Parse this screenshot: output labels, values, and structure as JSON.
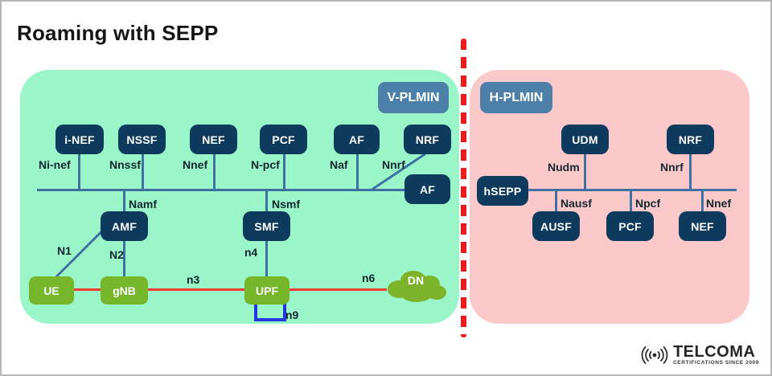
{
  "title": "Roaming with SEPP",
  "v_plmn": {
    "badge": "V-PLMIN",
    "nodes": {
      "i_nef": "i-NEF",
      "nssf": "NSSF",
      "nef": "NEF",
      "pcf": "PCF",
      "af": "AF",
      "nrf": "NRF",
      "af2": "AF",
      "amf": "AMF",
      "smf": "SMF",
      "ue": "UE",
      "gnb": "gNB",
      "upf": "UPF",
      "dn": "DN"
    },
    "interface_labels": {
      "i_nef": "Ni-nef",
      "nssf": "Nnssf",
      "nef": "Nnef",
      "pcf": "N-pcf",
      "af": "Naf",
      "nrf": "Nnrf",
      "amf": "Namf",
      "smf": "Nsmf",
      "n1": "N1",
      "n2": "N2",
      "n3": "n3",
      "n4": "n4",
      "n6": "n6",
      "n9": "n9"
    }
  },
  "h_plmn": {
    "badge": "H-PLMIN",
    "nodes": {
      "hsepp": "hSEPP",
      "udm": "UDM",
      "nrf": "NRF",
      "ausf": "AUSF",
      "pcf": "PCF",
      "nef": "NEF"
    },
    "interface_labels": {
      "udm": "Nudm",
      "nrf": "Nnrf",
      "ausf": "Nausf",
      "pcf": "Npcf",
      "nef": "Nnef"
    }
  },
  "footer_logo": {
    "brand": "TELCOMA",
    "tagline": "CERTIFICATIONS SINCE 2009"
  },
  "colors": {
    "v_panel": "#9af5c8",
    "h_panel": "#fbc9c9",
    "node_navy": "#0e3a5e",
    "node_green": "#76b62a",
    "badge_blue": "#4d80a9",
    "edge_blue": "#3f71a0",
    "edge_red": "#f43a2e",
    "divider_red": "#ed1c1c",
    "n9_blue": "#2438dd"
  }
}
